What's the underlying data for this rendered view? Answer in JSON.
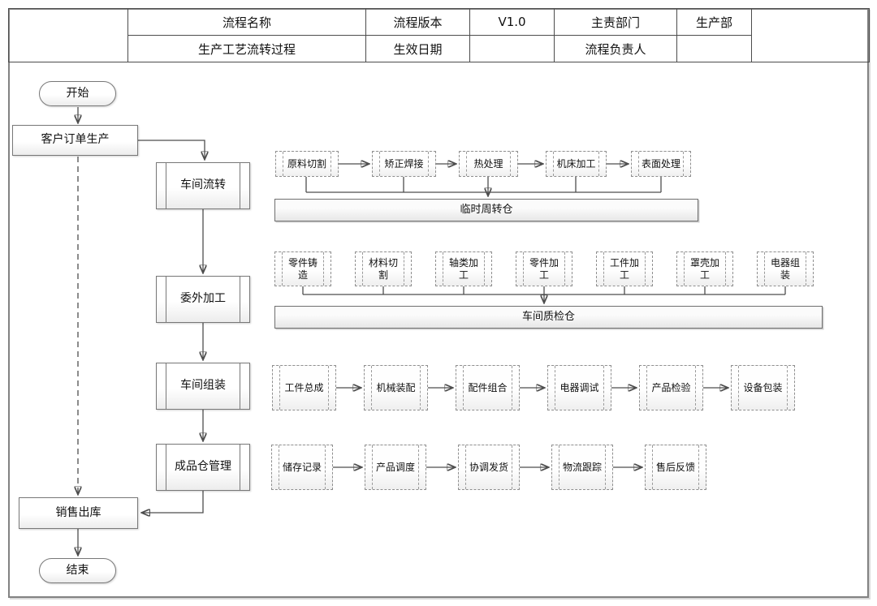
{
  "header": {
    "row1": {
      "corner": "",
      "process_name_label": "流程名称",
      "version_label": "流程版本",
      "version_value": "V1.0",
      "dept_label": "主责部门",
      "dept_value": "生产部",
      "right_blank": ""
    },
    "row2": {
      "process_name_value": "生产工艺流转过程",
      "date_label": "生效日期",
      "date_value": "",
      "owner_label": "流程负责人",
      "owner_value": ""
    }
  },
  "flow": {
    "start_label": "开始",
    "customer_order": "客户订单生产",
    "stages": [
      "车间流转",
      "委外加工",
      "车间组装",
      "成品仓管理"
    ],
    "sales_outbound": "销售出库",
    "end_label": "结束",
    "workshop_flow_steps": [
      "原料切割",
      "矫正焊接",
      "热处理",
      "机床加工",
      "表面处理"
    ],
    "temp_warehouse": "临时周转仓",
    "outsourcing_steps": [
      "零件铸\n造",
      "材料切\n割",
      "轴类加\n工",
      "零件加\n工",
      "工件加\n工",
      "罩壳加\n工",
      "电器组\n装"
    ],
    "qc_warehouse": "车间质检仓",
    "assembly_steps": [
      "工件总成",
      "机械装配",
      "配件组合",
      "电器调试",
      "产品检验",
      "设备包装"
    ],
    "warehouse_steps": [
      "储存记录",
      "产品调度",
      "协调发货",
      "物流跟踪",
      "售后反馈"
    ]
  }
}
